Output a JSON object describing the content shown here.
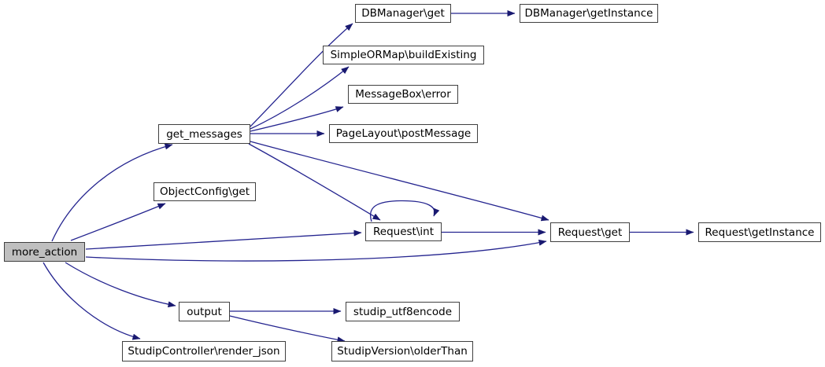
{
  "diagram": {
    "type": "call-graph",
    "root": "more_action",
    "edge_color": "#191970",
    "node_border_color": "#404040",
    "highlight_fill": "#bfbfbf",
    "node_fill": "#ffffff",
    "nodes": [
      {
        "id": "more_action",
        "label": "more_action",
        "highlighted": true
      },
      {
        "id": "get_messages",
        "label": "get_messages",
        "highlighted": false
      },
      {
        "id": "objectconfig_get",
        "label": "ObjectConfig\\get",
        "highlighted": false
      },
      {
        "id": "dbmanager_get",
        "label": "DBManager\\get",
        "highlighted": false
      },
      {
        "id": "dbmanager_getinstance",
        "label": "DBManager\\getInstance",
        "highlighted": false
      },
      {
        "id": "simpleormap_buildexisting",
        "label": "SimpleORMap\\buildExisting",
        "highlighted": false
      },
      {
        "id": "messagebox_error",
        "label": "MessageBox\\error",
        "highlighted": false
      },
      {
        "id": "pagelayout_postmessage",
        "label": "PageLayout\\postMessage",
        "highlighted": false
      },
      {
        "id": "request_int",
        "label": "Request\\int",
        "highlighted": false
      },
      {
        "id": "request_get",
        "label": "Request\\get",
        "highlighted": false
      },
      {
        "id": "request_getinstance",
        "label": "Request\\getInstance",
        "highlighted": false
      },
      {
        "id": "output",
        "label": "output",
        "highlighted": false
      },
      {
        "id": "studip_utf8encode",
        "label": "studip_utf8encode",
        "highlighted": false
      },
      {
        "id": "studipcontroller_render_json",
        "label": "StudipController\\render_json",
        "highlighted": false
      },
      {
        "id": "studipversion_olderthan",
        "label": "StudipVersion\\olderThan",
        "highlighted": false
      }
    ],
    "edges": [
      {
        "from": "more_action",
        "to": "get_messages"
      },
      {
        "from": "more_action",
        "to": "ObjectConfig\\get"
      },
      {
        "from": "more_action",
        "to": "Request\\int"
      },
      {
        "from": "more_action",
        "to": "Request\\get"
      },
      {
        "from": "more_action",
        "to": "output"
      },
      {
        "from": "more_action",
        "to": "StudipController\\render_json"
      },
      {
        "from": "get_messages",
        "to": "DBManager\\get"
      },
      {
        "from": "get_messages",
        "to": "SimpleORMap\\buildExisting"
      },
      {
        "from": "get_messages",
        "to": "MessageBox\\error"
      },
      {
        "from": "get_messages",
        "to": "PageLayout\\postMessage"
      },
      {
        "from": "get_messages",
        "to": "Request\\int"
      },
      {
        "from": "get_messages",
        "to": "Request\\get"
      },
      {
        "from": "DBManager\\get",
        "to": "DBManager\\getInstance"
      },
      {
        "from": "Request\\int",
        "to": "Request\\int"
      },
      {
        "from": "Request\\int",
        "to": "Request\\get"
      },
      {
        "from": "Request\\get",
        "to": "Request\\getInstance"
      },
      {
        "from": "output",
        "to": "studip_utf8encode"
      },
      {
        "from": "output",
        "to": "StudipVersion\\olderThan"
      }
    ]
  }
}
